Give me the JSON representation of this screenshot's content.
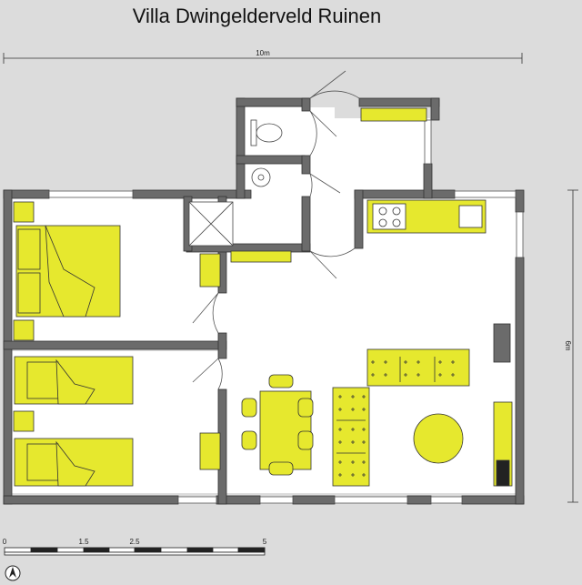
{
  "title": "Villa Dwingelderveld Ruinen",
  "dimensions": {
    "width_label": "10m",
    "height_label": "6m"
  },
  "scale_bar": {
    "ticks": [
      "0",
      "1.5",
      "2.5",
      "5"
    ]
  },
  "colors": {
    "wall": "#6b6b6b",
    "furniture": "#e6e82e",
    "floor": "#ffffff",
    "background": "#dcdcdc",
    "outline": "#333333"
  }
}
